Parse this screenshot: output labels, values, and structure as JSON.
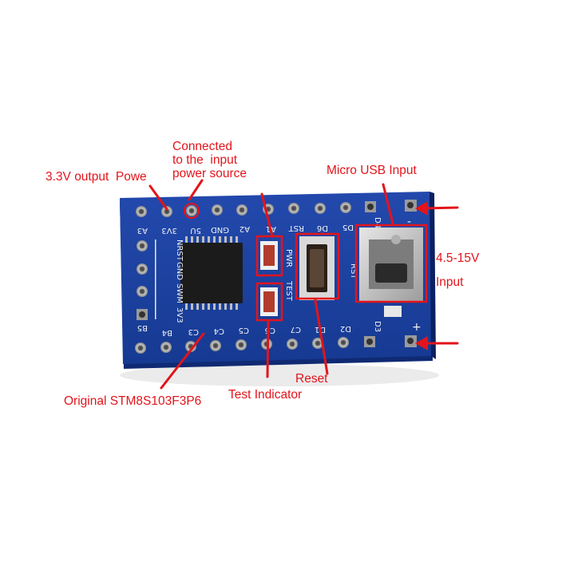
{
  "annotations": {
    "connected_line1": "Connected",
    "connected_line2": "to the  input",
    "connected_line3": "power source",
    "output_3v3": "3.3V output  Powe",
    "micro_usb": "Micro USB Input",
    "voltage_range": "4.5-15V",
    "input": "Input",
    "reset": "Reset",
    "test_indicator": "Test Indicator",
    "chip": "Original STM8S103F3P6"
  },
  "board": {
    "top_pins": [
      "A3",
      "3V3",
      "5U",
      "GND",
      "A2",
      "A1",
      "RST",
      "D6",
      "D5",
      "D4"
    ],
    "bottom_pins": [
      "B5",
      "B4",
      "C3",
      "C4",
      "C5",
      "C6",
      "C7",
      "D1",
      "D2",
      "D3"
    ],
    "left_pins": [
      "NRST",
      "GND",
      "SWM",
      "3V3"
    ],
    "labels": {
      "pwr": "PWR",
      "test": "TEST",
      "rst": "RST",
      "pin_plus": "+",
      "pin_minus": "-"
    }
  },
  "colors": {
    "annotation": "#e3141b",
    "pcb": "#1a3f9c",
    "pcb_edge": "#0f2a73",
    "chip": "#1b1b1b",
    "usb": "#c9c9c9"
  }
}
